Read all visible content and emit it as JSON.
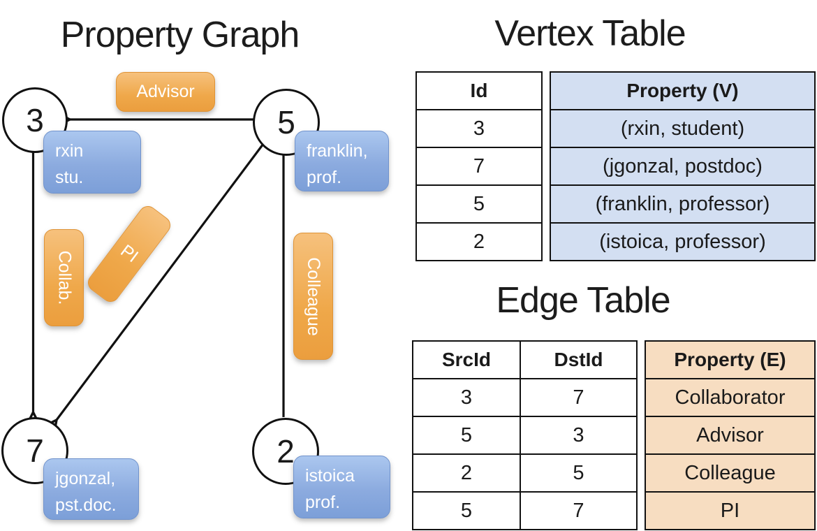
{
  "graph": {
    "title": "Property Graph",
    "nodes": [
      {
        "id": "3",
        "label_lines": [
          "rxin",
          "stu."
        ]
      },
      {
        "id": "5",
        "label_lines": [
          "franklin,",
          "prof."
        ]
      },
      {
        "id": "7",
        "label_lines": [
          "jgonzal,",
          "pst.doc."
        ]
      },
      {
        "id": "2",
        "label_lines": [
          "istoica",
          "prof."
        ]
      }
    ],
    "edges": [
      {
        "src": "5",
        "dst": "3",
        "label": "Advisor"
      },
      {
        "src": "3",
        "dst": "7",
        "label": "Collab."
      },
      {
        "src": "5",
        "dst": "7",
        "label": "PI"
      },
      {
        "src": "2",
        "dst": "5",
        "label": "Colleague"
      }
    ]
  },
  "vertex_table": {
    "title": "Vertex Table",
    "columns": [
      "Id",
      "Property (V)"
    ],
    "rows": [
      [
        "3",
        "(rxin, student)"
      ],
      [
        "7",
        "(jgonzal, postdoc)"
      ],
      [
        "5",
        "(franklin, professor)"
      ],
      [
        "2",
        "(istoica, professor)"
      ]
    ]
  },
  "edge_table": {
    "title": "Edge Table",
    "columns": [
      "SrcId",
      "DstId",
      "Property (E)"
    ],
    "rows": [
      [
        "3",
        "7",
        "Collaborator"
      ],
      [
        "5",
        "3",
        "Advisor"
      ],
      [
        "2",
        "5",
        "Colleague"
      ],
      [
        "5",
        "7",
        "PI"
      ]
    ]
  },
  "colors": {
    "edge_box_orange": "#efa84a",
    "vertex_box_blue": "#8cabdf",
    "vertex_cell_blue": "#d3dff2",
    "edge_cell_orange": "#f7ddc1",
    "line_black": "#111111"
  }
}
